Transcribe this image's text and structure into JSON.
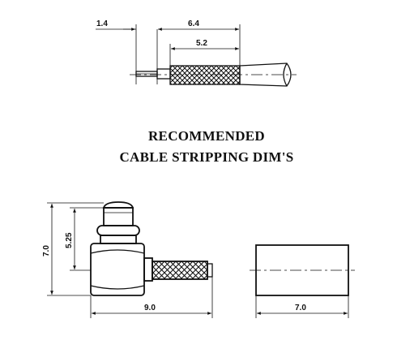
{
  "title": {
    "line1": "RECOMMENDED",
    "line2": "CABLE STRIPPING DIM'S"
  },
  "stripping": {
    "dim_pin": "1.4",
    "dim_overall": "6.4",
    "dim_braid": "5.2"
  },
  "connector_side": {
    "dim_total_height": "7.0",
    "dim_upper_height": "5.25",
    "dim_length": "9.0"
  },
  "connector_end": {
    "dim_width": "7.0"
  },
  "colors": {
    "ink": "#111111",
    "paper": "#ffffff"
  }
}
